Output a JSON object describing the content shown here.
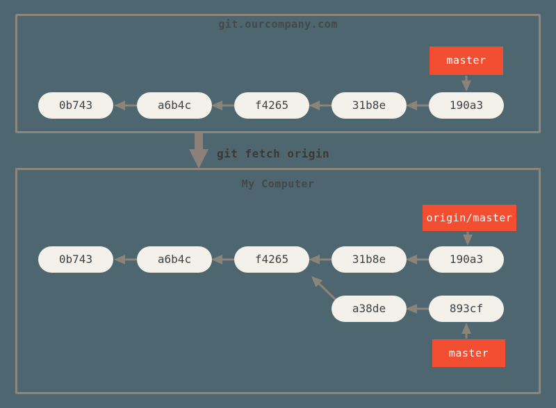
{
  "command": {
    "label": "git fetch origin"
  },
  "remote": {
    "title": "git.ourcompany.com",
    "branch_label": "master",
    "commits": [
      "0b743",
      "a6b4c",
      "f4265",
      "31b8e",
      "190a3"
    ],
    "edges": [
      [
        "a6b4c",
        "0b743"
      ],
      [
        "f4265",
        "a6b4c"
      ],
      [
        "31b8e",
        "f4265"
      ],
      [
        "190a3",
        "31b8e"
      ]
    ],
    "branch_points_to": "190a3"
  },
  "local": {
    "title": "My Computer",
    "remote_branch_label": "origin/master",
    "branch_label": "master",
    "main_commits": [
      "0b743",
      "a6b4c",
      "f4265",
      "31b8e",
      "190a3"
    ],
    "feature_commits": [
      "a38de",
      "893cf"
    ],
    "edges": [
      [
        "a6b4c",
        "0b743"
      ],
      [
        "f4265",
        "a6b4c"
      ],
      [
        "31b8e",
        "f4265"
      ],
      [
        "190a3",
        "31b8e"
      ],
      [
        "a38de",
        "f4265"
      ],
      [
        "893cf",
        "a38de"
      ]
    ],
    "remote_branch_points_to": "190a3",
    "branch_points_to": "893cf"
  },
  "colors": {
    "background": "#4d6670",
    "box_border": "#8e857c",
    "node_fill": "#f3f1ea",
    "node_text": "#3d4246",
    "branch_fill": "#f14e32",
    "branch_text": "#ffffff",
    "arrow": "#8d8479",
    "title_text": "#45484a",
    "command_text": "#3b3933"
  }
}
